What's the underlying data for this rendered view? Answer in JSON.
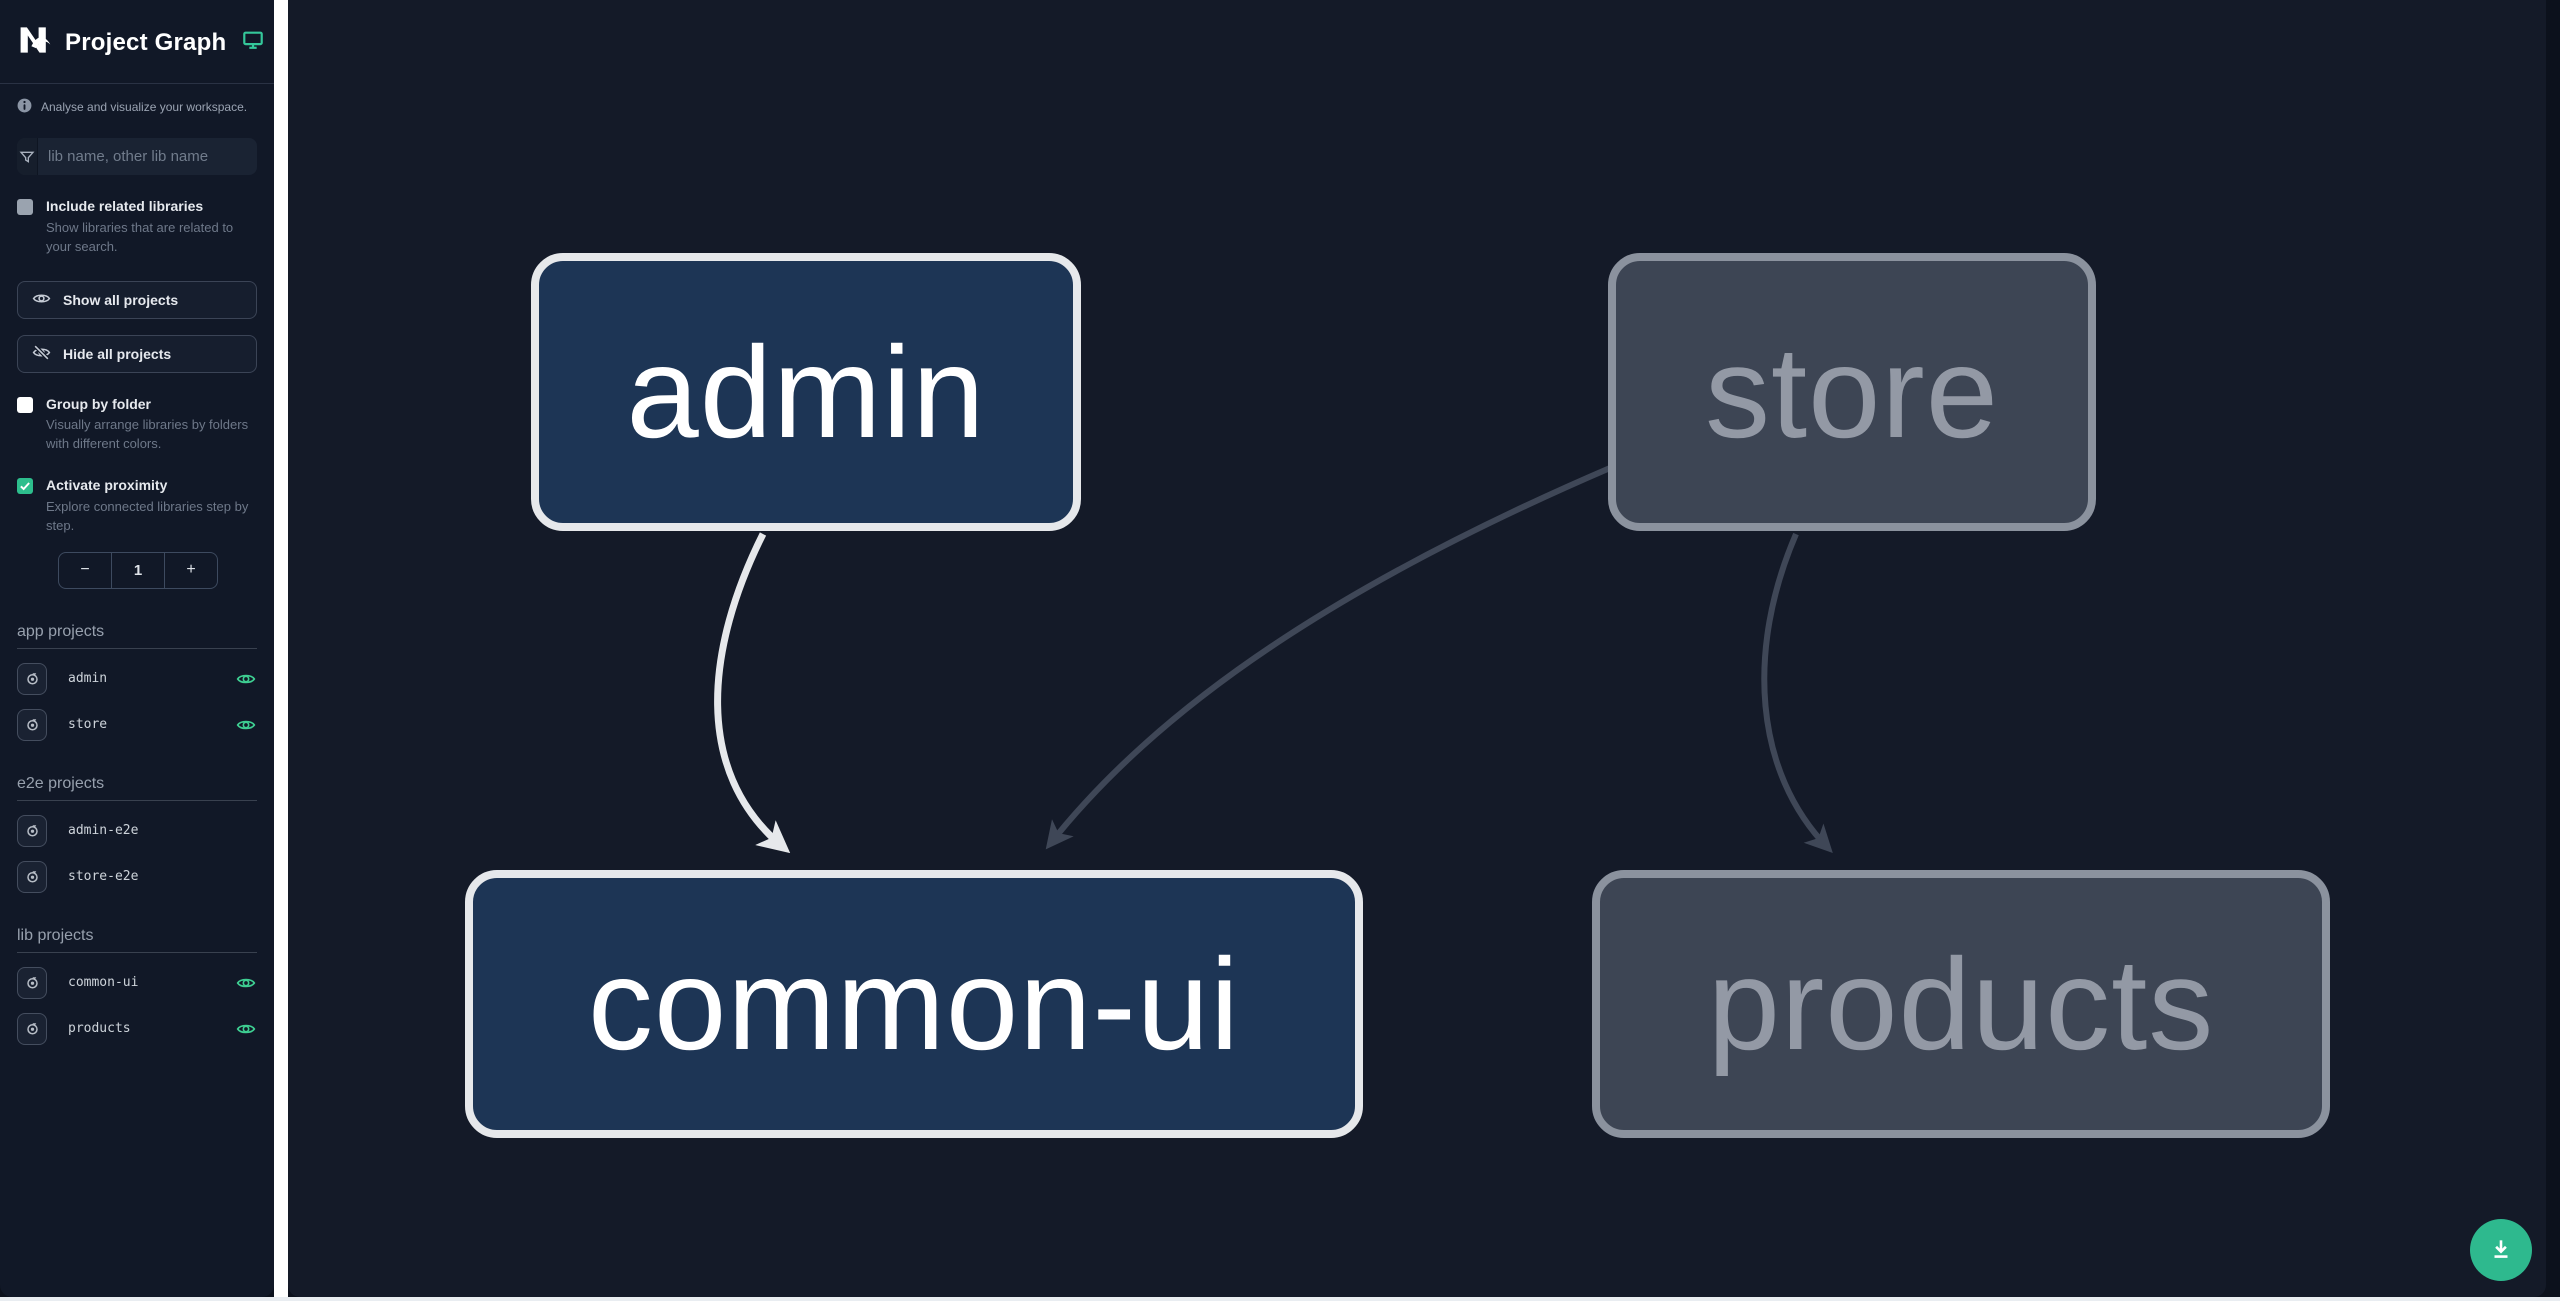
{
  "app": {
    "title": "Project Graph"
  },
  "sidebar": {
    "tagline": "Analyse and visualize your workspace.",
    "filter": {
      "placeholder": "lib name, other lib name"
    },
    "include_related": {
      "label": "Include related libraries",
      "description": "Show libraries that are related to your search.",
      "checked": false
    },
    "show_all_label": "Show all projects",
    "hide_all_label": "Hide all projects",
    "group_by_folder": {
      "label": "Group by folder",
      "description": "Visually arrange libraries by folders with different colors.",
      "checked": false
    },
    "proximity": {
      "label": "Activate proximity",
      "description": "Explore connected libraries step by step.",
      "checked": true,
      "decrement": "−",
      "value": "1",
      "increment": "+"
    },
    "sections": [
      {
        "title": "app projects",
        "items": [
          {
            "name": "admin",
            "eye": true
          },
          {
            "name": "store",
            "eye": true
          }
        ]
      },
      {
        "title": "e2e projects",
        "items": [
          {
            "name": "admin-e2e",
            "eye": false
          },
          {
            "name": "store-e2e",
            "eye": false
          }
        ]
      },
      {
        "title": "lib projects",
        "items": [
          {
            "name": "common-ui",
            "eye": true
          },
          {
            "name": "products",
            "eye": true
          }
        ]
      }
    ]
  },
  "graph": {
    "nodes": [
      {
        "id": "admin",
        "label": "admin",
        "state": "focused"
      },
      {
        "id": "store",
        "label": "store",
        "state": "dimmed"
      },
      {
        "id": "common-ui",
        "label": "common-ui",
        "state": "focused"
      },
      {
        "id": "products",
        "label": "products",
        "state": "dimmed"
      }
    ],
    "edges": [
      {
        "source": "admin",
        "target": "common-ui",
        "emphasis": "highlighted"
      },
      {
        "source": "store",
        "target": "common-ui",
        "emphasis": "dimmed"
      },
      {
        "source": "store",
        "target": "products",
        "emphasis": "dimmed"
      }
    ]
  },
  "fab": {
    "icon": "download-icon"
  },
  "colors": {
    "accent_teal": "#2eb98e",
    "sidebar_bg": "#111827",
    "canvas_bg": "#141a28",
    "focused_node_fill": "#1d3555",
    "focused_node_border": "#e6e8eb",
    "dimmed_node_fill": "#3d4554",
    "dimmed_node_border": "#8b929e",
    "edge_highlight": "#e6e8eb",
    "edge_dimmed": "#3f4757",
    "eye_green": "#3ecf92"
  }
}
